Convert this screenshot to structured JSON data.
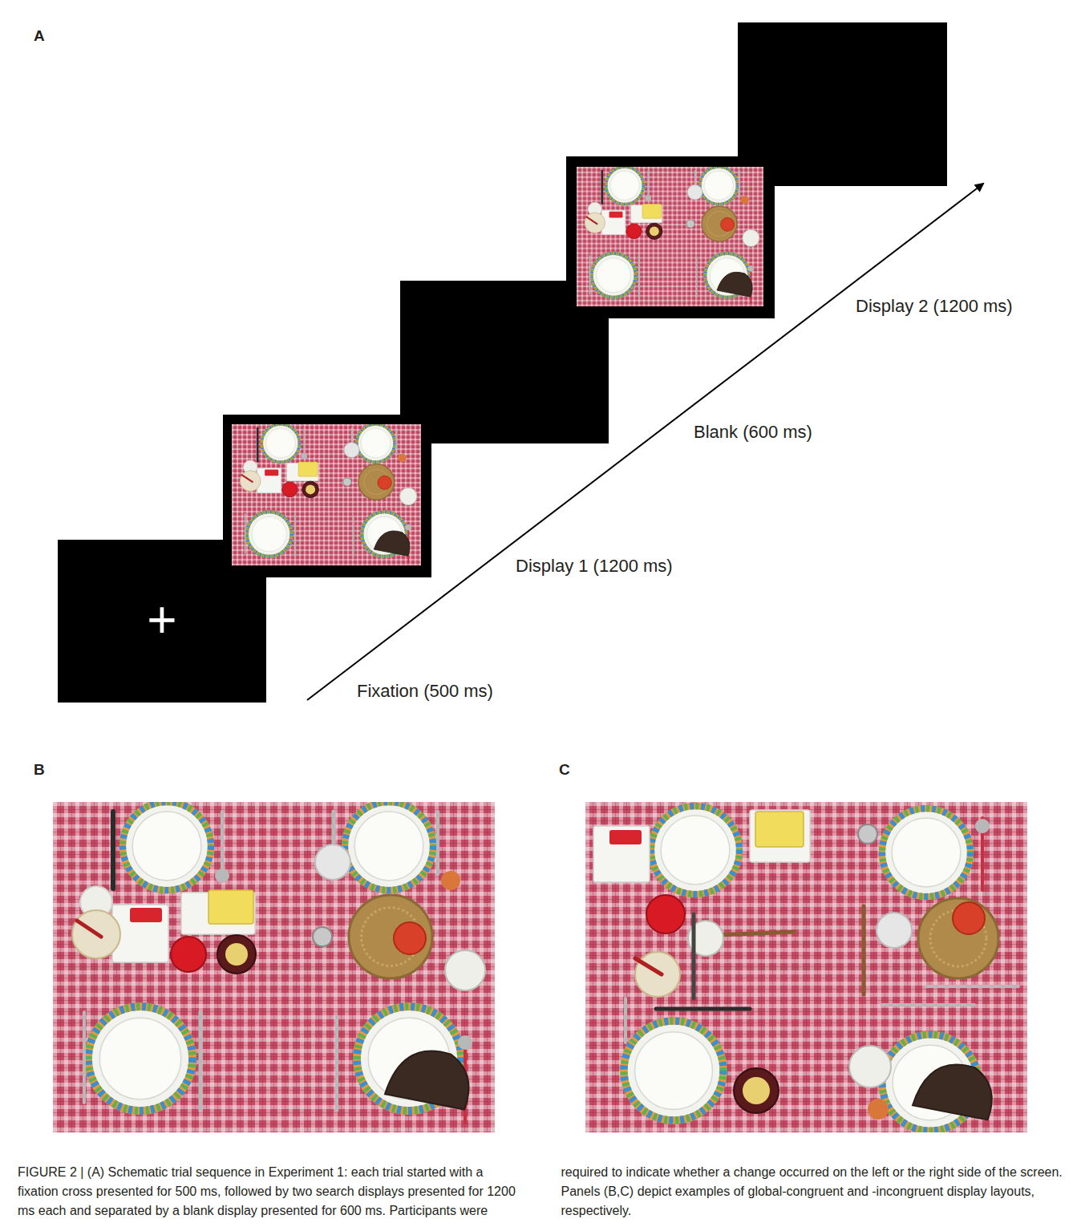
{
  "diagram": {
    "caption": "FIGURE 2 | (A) Schematic trial sequence in Experiment 1: each trial started with a fixation cross presented for 500 ms, followed by two search displays presented for 1200 ms each and separated by a blank display presented for 600 ms. Participants were required to indicate whether a change occurred on the left or the right side of the screen. Panels (B,C) depict examples of global-congruent and -incongruent display layouts, respectively.",
    "labels": [
      "A",
      "+",
      "Fixation (500 ms)",
      "Display 1 (1200 ms)",
      "Blank (600 ms)",
      "Display 2 (1200 ms)",
      "B",
      "C"
    ]
  }
}
